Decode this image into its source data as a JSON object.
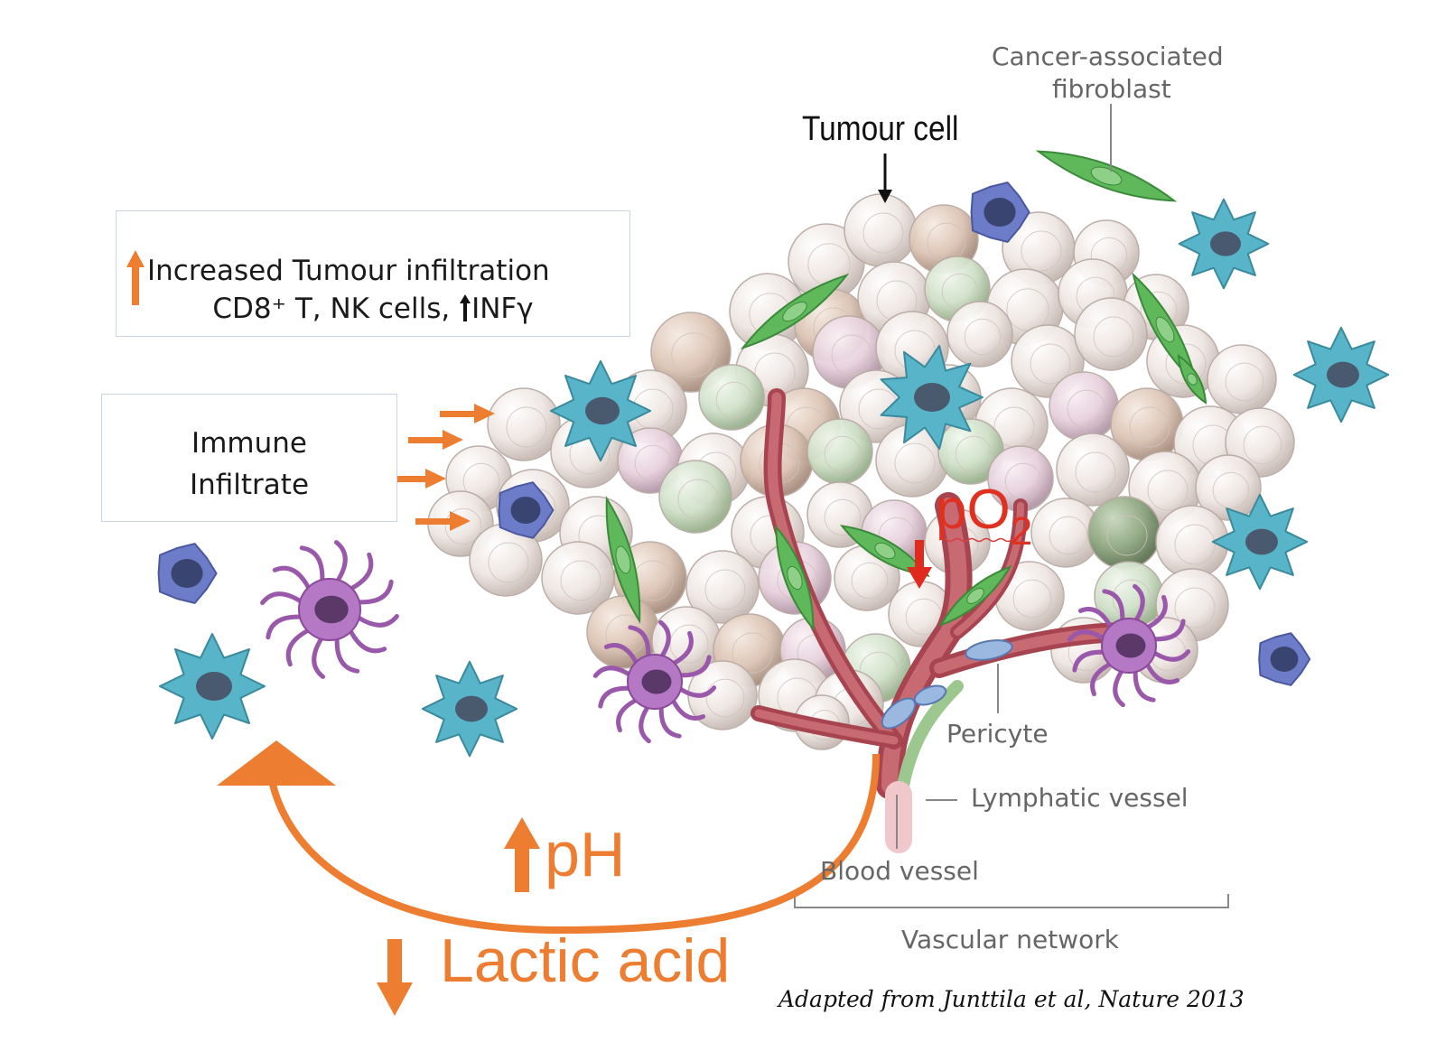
{
  "boxes": {
    "infiltration": {
      "arrow": "orange-up-arrow",
      "line1": "Increased Tumour infiltration",
      "line2_prefix": "CD8⁺ T, NK cells, ",
      "line2_arrow": "black-up-arrow",
      "line2_suffix": "INFγ"
    },
    "immune": {
      "line1": "Immune",
      "line2": "Infiltrate"
    }
  },
  "labels": {
    "tumour_cell": "Tumour cell",
    "caf": "Cancer-associated\nfibroblast",
    "caf_line1": "Cancer-associated",
    "caf_line2": "fibroblast",
    "pericyte": "Pericyte",
    "lymphatic": "Lymphatic vessel",
    "blood_vessel": "Blood vessel",
    "vascular_network": "Vascular network",
    "po2_main": "pO",
    "po2_sub": "2",
    "ph": "pH",
    "lactic": "Lactic acid",
    "citation": "Adapted from Junttila et al, Nature 2013"
  },
  "colors": {
    "orange": "#ed7d31",
    "red": "#e03020",
    "tumour_cell": "#e8ddd8",
    "vessel": "#b8505a",
    "fibroblast": "#5cb85c",
    "macrophage_teal": "#4aa8bc",
    "lymphocyte_blue": "#6a78c4",
    "dendritic_purple": "#a05cb0"
  }
}
